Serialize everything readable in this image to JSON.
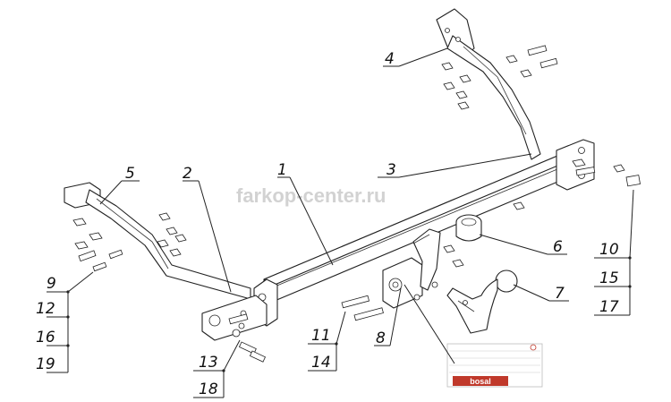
{
  "watermark": "farkop-center.ru",
  "brand_label": "bosal",
  "callouts": {
    "c1": "1",
    "c2": "2",
    "c3": "3",
    "c4": "4",
    "c5": "5",
    "c6": "6",
    "c7": "7",
    "c8": "8",
    "c9": "9",
    "c10": "10",
    "c11": "11",
    "c12": "12",
    "c13": "13",
    "c14": "14",
    "c15": "15",
    "c16": "16",
    "c17": "17",
    "c18": "18",
    "c19": "19"
  },
  "colors": {
    "line": "#222222",
    "brand": "#c0392b",
    "watermark": "#c8c8c8"
  }
}
